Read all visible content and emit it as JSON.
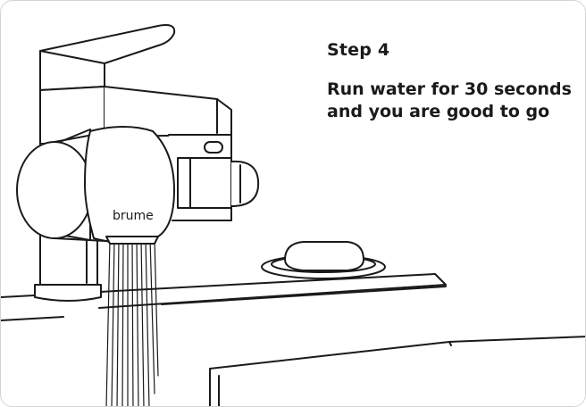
{
  "step": {
    "label": "Step 4",
    "instruction": "Run water for 30 seconds and you are good to go"
  },
  "product": {
    "brand": "brume"
  },
  "colors": {
    "line": "#1a1a1a",
    "background": "#ffffff",
    "border": "#d4d4d4"
  },
  "icons": [
    "faucet-icon",
    "water-filter-icon",
    "water-stream-icon",
    "soap-bar-icon",
    "soap-dish-icon",
    "sink-icon"
  ]
}
